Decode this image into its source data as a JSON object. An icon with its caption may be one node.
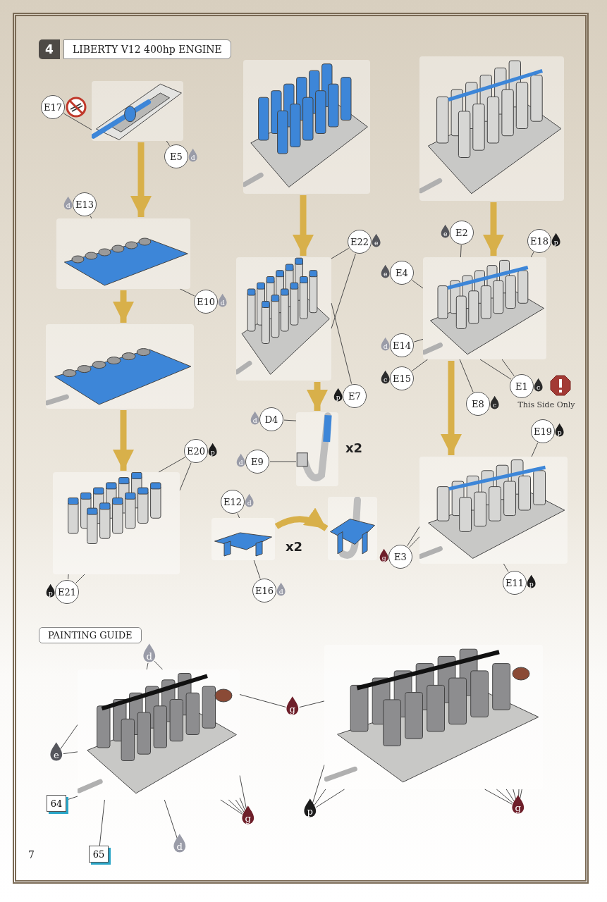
{
  "diagram": {
    "title": "LIBERTY V12 400hp ENGINE",
    "nodes": [
      {
        "text": [],
        "shape": "picture"
      },
      {
        "text": [
          "E17"
        ]
      },
      {
        "text": [
          "E5"
        ],
        "beside": [
          "d"
        ]
      },
      {
        "text": [],
        "shape": "picture"
      },
      {
        "text": [
          "E13"
        ],
        "beside": [
          "d"
        ]
      },
      {
        "text": [
          "E10"
        ],
        "beside": [
          "d"
        ]
      },
      {
        "text": [],
        "shape": "picture"
      },
      {
        "text": [],
        "shape": "picture"
      },
      {
        "text": [
          "E20"
        ],
        "beside": [
          "p"
        ]
      },
      {
        "text": [
          "E21"
        ],
        "beside": [
          "p"
        ]
      },
      {
        "text": [],
        "shape": "picture"
      },
      {
        "text": [],
        "shape": "picture"
      },
      {
        "text": [
          "E22"
        ],
        "beside": [
          "e"
        ]
      },
      {
        "text": [
          "E7"
        ],
        "beside": [
          "p"
        ]
      },
      {
        "text": [],
        "shape": "picture",
        "beside": [
          "x2"
        ]
      },
      {
        "text": [
          "D4"
        ],
        "beside": [
          "d"
        ]
      },
      {
        "text": [
          "E9"
        ],
        "beside": [
          "d"
        ]
      },
      {
        "text": [],
        "shape": "picture",
        "beside": [
          "x2"
        ]
      },
      {
        "text": [
          "E12"
        ],
        "beside": [
          "d"
        ]
      },
      {
        "text": [
          "E16"
        ],
        "beside": [
          "d"
        ]
      },
      {
        "text": [],
        "shape": "picture"
      },
      {
        "text": [],
        "shape": "picture"
      },
      {
        "text": [],
        "shape": "picture"
      },
      {
        "text": [
          "E2"
        ],
        "beside": [
          "e"
        ]
      },
      {
        "text": [
          "E18"
        ],
        "beside": [
          "p"
        ]
      },
      {
        "text": [
          "E4"
        ],
        "beside": [
          "e"
        ]
      },
      {
        "text": [
          "E14"
        ],
        "beside": [
          "d"
        ]
      },
      {
        "text": [
          "E15"
        ],
        "beside": [
          "c"
        ]
      },
      {
        "text": [
          "E1"
        ],
        "beside": [
          "c"
        ]
      },
      {
        "text": [
          "E8"
        ],
        "beside": [
          "c"
        ]
      },
      {
        "text": [],
        "shape": "picture"
      },
      {
        "text": [
          "E19"
        ],
        "beside": [
          "p"
        ]
      },
      {
        "text": [
          "E3"
        ],
        "beside": [
          "g"
        ]
      },
      {
        "text": [
          "E11"
        ],
        "beside": [
          "p"
        ]
      },
      {
        "text": [],
        "shape": "picture"
      },
      {
        "text": [
          "d"
        ]
      },
      {
        "text": [
          "e"
        ]
      },
      {
        "text": [
          "64"
        ]
      },
      {
        "text": [
          "65"
        ]
      },
      {
        "text": [
          "d"
        ]
      },
      {
        "text": [
          "g"
        ]
      },
      {
        "text": [
          "g"
        ]
      },
      {
        "text": [],
        "shape": "picture"
      },
      {
        "text": [
          "p"
        ]
      },
      {
        "text": [
          "g"
        ]
      }
    ],
    "edges": [
      {
        "from": 0,
        "to": 3,
        "arrow": "to",
        "style": "thick",
        "color": "#d8b04a"
      },
      {
        "from": 1,
        "to": 0,
        "arrow": "none"
      },
      {
        "from": 2,
        "to": 0,
        "arrow": "none"
      },
      {
        "from": 3,
        "to": 6,
        "arrow": "to",
        "style": "thick",
        "color": "#d8b04a"
      },
      {
        "from": 4,
        "to": 3,
        "arrow": "none"
      },
      {
        "from": 5,
        "to": 3,
        "arrow": "none"
      },
      {
        "from": 6,
        "to": 7,
        "arrow": "to",
        "style": "thick",
        "color": "#d8b04a"
      },
      {
        "from": 8,
        "to": 7,
        "arrow": "none"
      },
      {
        "from": 8,
        "to": 7,
        "arrow": "none"
      },
      {
        "from": 9,
        "to": 7,
        "arrow": "none"
      },
      {
        "from": 9,
        "to": 7,
        "arrow": "none"
      },
      {
        "from": 10,
        "to": 11,
        "arrow": "to",
        "style": "thick",
        "color": "#d8b04a"
      },
      {
        "from": 11,
        "to": 14,
        "arrow": "to",
        "style": "thick",
        "color": "#d8b04a"
      },
      {
        "from": 12,
        "to": 11,
        "arrow": "none"
      },
      {
        "from": 12,
        "to": 11,
        "arrow": "none"
      },
      {
        "from": 13,
        "to": 11,
        "arrow": "none"
      },
      {
        "from": 15,
        "to": 14,
        "arrow": "none"
      },
      {
        "from": 16,
        "to": 14,
        "arrow": "none"
      },
      {
        "from": 17,
        "to": 20,
        "arrow": "to",
        "style": "thick",
        "color": "#d8b04a"
      },
      {
        "from": 18,
        "to": 17,
        "arrow": "none"
      },
      {
        "from": 19,
        "to": 17,
        "arrow": "none"
      },
      {
        "from": 21,
        "to": 22,
        "arrow": "to",
        "style": "thick",
        "color": "#d8b04a"
      },
      {
        "from": 23,
        "to": 22,
        "arrow": "none"
      },
      {
        "from": 24,
        "to": 22,
        "arrow": "none"
      },
      {
        "from": 25,
        "to": 22,
        "arrow": "none"
      },
      {
        "from": 26,
        "to": 22,
        "arrow": "none"
      },
      {
        "from": 27,
        "to": 22,
        "arrow": "none"
      },
      {
        "from": 28,
        "to": 22,
        "arrow": "none"
      },
      {
        "from": 28,
        "to": 22,
        "arrow": "none"
      },
      {
        "from": 29,
        "to": 22,
        "arrow": "none"
      },
      {
        "from": 22,
        "to": 30,
        "arrow": "to",
        "style": "thick",
        "color": "#d8b04a"
      },
      {
        "from": 31,
        "to": 30,
        "arrow": "none"
      },
      {
        "from": 32,
        "to": 30,
        "arrow": "none"
      },
      {
        "from": 32,
        "to": 30,
        "arrow": "none"
      },
      {
        "from": 33,
        "to": 30,
        "arrow": "none"
      },
      {
        "from": 35,
        "to": 34,
        "arrow": "none"
      },
      {
        "from": 35,
        "to": 34,
        "arrow": "none"
      },
      {
        "from": 36,
        "to": 34,
        "arrow": "none"
      },
      {
        "from": 36,
        "to": 34,
        "arrow": "none"
      },
      {
        "from": 37,
        "to": 34,
        "arrow": "none"
      },
      {
        "from": 38,
        "to": 34,
        "arrow": "none"
      },
      {
        "from": 39,
        "to": 34,
        "arrow": "none"
      },
      {
        "from": 40,
        "to": 34,
        "arrow": "none"
      },
      {
        "from": 40,
        "to": 34,
        "arrow": "none"
      },
      {
        "from": 40,
        "to": 34,
        "arrow": "none"
      },
      {
        "from": 40,
        "to": 34,
        "arrow": "none"
      },
      {
        "from": 40,
        "to": 34,
        "arrow": "none"
      },
      {
        "from": 41,
        "to": 34,
        "arrow": "none"
      },
      {
        "from": 41,
        "to": 42,
        "arrow": "none"
      },
      {
        "from": 43,
        "to": 42,
        "arrow": "none"
      },
      {
        "from": 43,
        "to": 42,
        "arrow": "none"
      },
      {
        "from": 43,
        "to": 42,
        "arrow": "none"
      },
      {
        "from": 44,
        "to": 42,
        "arrow": "none"
      },
      {
        "from": 44,
        "to": 42,
        "arrow": "none"
      },
      {
        "from": 44,
        "to": 42,
        "arrow": "none"
      },
      {
        "from": 44,
        "to": 42,
        "arrow": "none"
      },
      {
        "from": 44,
        "to": 42,
        "arrow": "none"
      },
      {
        "from": 44,
        "to": 42,
        "arrow": "none"
      }
    ],
    "labels": [
      "4",
      "This Side Only",
      "PAINTING GUIDE",
      "7"
    ]
  }
}
